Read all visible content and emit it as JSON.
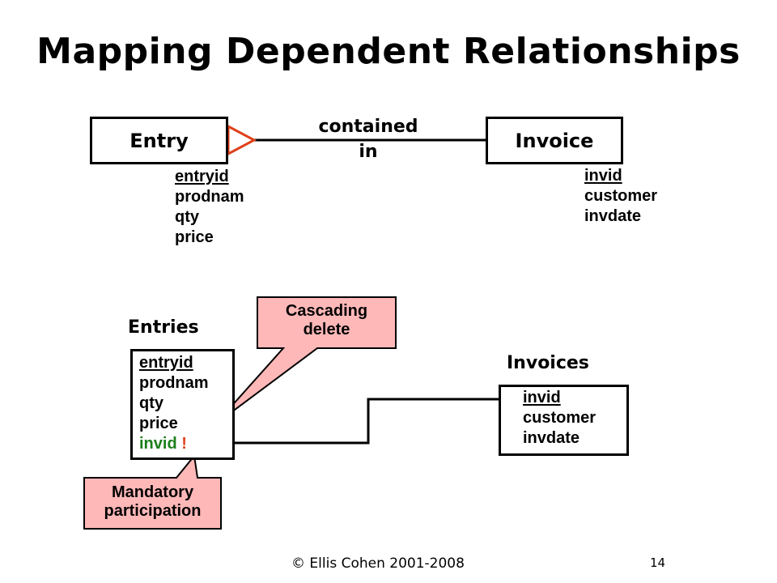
{
  "title": "Mapping Dependent Relationships",
  "er": {
    "entry_label": "Entry",
    "invoice_label": "Invoice",
    "relationship_line1": "contained",
    "relationship_line2": "in",
    "entry_attributes": [
      "entryid",
      "prodnam",
      "qty",
      "price"
    ],
    "invoice_attributes": [
      "invid",
      "customer",
      "invdate"
    ]
  },
  "relational": {
    "entries_heading": "Entries",
    "invoices_heading": "Invoices",
    "entries_attributes": [
      "entryid",
      "prodnam",
      "qty",
      "price"
    ],
    "entries_fk": "invid",
    "entries_fk_marker": "!",
    "invoices_attributes": [
      "invid",
      "customer",
      "invdate"
    ]
  },
  "callouts": {
    "cascading_line1": "Cascading",
    "cascading_line2": "delete",
    "mandatory_line1": "Mandatory",
    "mandatory_line2": "participation"
  },
  "colors": {
    "crowfoot": "#e0401a",
    "callout_fill": "#ffb8b8",
    "fk_text": "#1b7f1b",
    "arrow_head": "#e0401a"
  },
  "footer": {
    "copyright": "© Ellis Cohen 2001-2008",
    "page_number": "14"
  }
}
